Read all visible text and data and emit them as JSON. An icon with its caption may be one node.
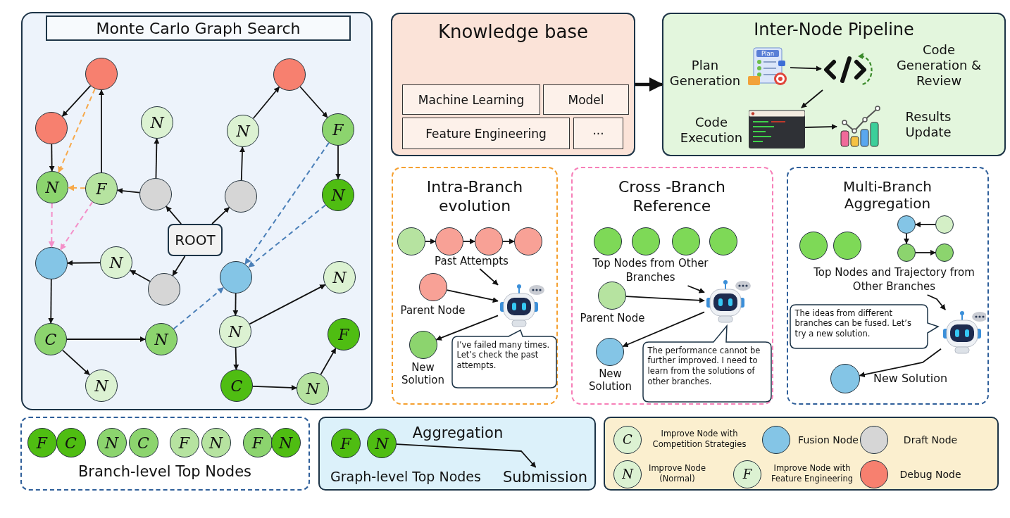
{
  "diagram": {
    "nodes": [
      {
        "text": [],
        "shape": "box"
      },
      {
        "text": [
          "Monte Carlo Graph Search"
        ],
        "in": 0
      },
      {
        "text": [],
        "shape": "circle",
        "in": 0
      },
      {
        "text": [],
        "shape": "circle",
        "in": 0
      },
      {
        "text": [
          "N"
        ],
        "in": 0
      },
      {
        "text": [],
        "shape": "circle",
        "in": 0
      },
      {
        "text": [
          "F"
        ],
        "in": 0
      },
      {
        "text": [
          "N"
        ],
        "in": 0
      },
      {
        "text": [
          "N"
        ],
        "in": 0
      },
      {
        "text": [
          "F"
        ],
        "in": 0
      },
      {
        "text": [],
        "shape": "circle",
        "in": 0
      },
      {
        "text": [
          "N"
        ],
        "in": 0
      },
      {
        "text": [],
        "shape": "circle",
        "in": 0
      },
      {
        "text": [
          "ROOT"
        ],
        "in": 0
      },
      {
        "text": [
          "N"
        ],
        "in": 0
      },
      {
        "text": [],
        "shape": "circle",
        "in": 0
      },
      {
        "text": [],
        "shape": "circle",
        "in": 0
      },
      {
        "text": [
          "N"
        ],
        "in": 0
      },
      {
        "text": [],
        "shape": "circle",
        "in": 0
      },
      {
        "text": [
          "N"
        ],
        "in": 0
      },
      {
        "text": [
          "F"
        ],
        "in": 0
      },
      {
        "text": [
          "C"
        ],
        "in": 0
      },
      {
        "text": [
          "N"
        ],
        "in": 0
      },
      {
        "text": [
          "N"
        ],
        "in": 0
      },
      {
        "text": [
          "C"
        ],
        "in": 0
      },
      {
        "text": [
          "N"
        ],
        "in": 0
      },
      {
        "text": [
          "Knowledge base"
        ]
      },
      {
        "text": [
          "Machine Learning"
        ],
        "in": 26
      },
      {
        "text": [
          "Model"
        ],
        "in": 26
      },
      {
        "text": [
          "Feature Engineering"
        ],
        "in": 26
      },
      {
        "text": [
          "···"
        ],
        "in": 26
      },
      {
        "text": [
          "Inter-Node Pipeline"
        ]
      },
      {
        "text": [],
        "shape": "picture",
        "in": 31,
        "beside": [
          "Plan Generation"
        ]
      },
      {
        "text": [],
        "shape": "picture",
        "in": 31,
        "beside": [
          "Code Generation & Review"
        ]
      },
      {
        "text": [],
        "shape": "picture",
        "in": 31,
        "beside": [
          "Code Execution"
        ]
      },
      {
        "text": [],
        "shape": "picture",
        "in": 31,
        "beside": [
          "Results Update"
        ]
      },
      {
        "text": [
          "Intra-Branch evolution"
        ]
      },
      {
        "text": [],
        "shape": "circle",
        "in": 36
      },
      {
        "text": [],
        "shape": "circle",
        "in": 36
      },
      {
        "text": [],
        "shape": "circle",
        "in": 36
      },
      {
        "text": [],
        "shape": "circle",
        "in": 36
      },
      {
        "text": [
          "Past Attempts"
        ],
        "in": 36
      },
      {
        "text": [],
        "shape": "circle",
        "in": 36,
        "beside": [
          "Parent Node"
        ]
      },
      {
        "text": [],
        "shape": "picture",
        "in": 36
      },
      {
        "text": [],
        "shape": "circle",
        "in": 36,
        "beside": [
          "New Solution"
        ]
      },
      {
        "text": [
          "I’ve failed many times. Let’s check the past attempts."
        ],
        "in": 36
      },
      {
        "text": [
          "Cross -Branch Reference"
        ]
      },
      {
        "text": [],
        "shape": "circle",
        "in": 46
      },
      {
        "text": [],
        "shape": "circle",
        "in": 46
      },
      {
        "text": [],
        "shape": "circle",
        "in": 46
      },
      {
        "text": [],
        "shape": "circle",
        "in": 46
      },
      {
        "text": [
          "Top Nodes from Other Branches"
        ],
        "in": 46
      },
      {
        "text": [],
        "shape": "circle",
        "in": 46,
        "beside": [
          "Parent Node"
        ]
      },
      {
        "text": [],
        "shape": "picture",
        "in": 46
      },
      {
        "text": [],
        "shape": "circle",
        "in": 46,
        "beside": [
          "New Solution"
        ]
      },
      {
        "text": [
          "The performance cannot be further improved. I need to learn from the solutions of other branches."
        ],
        "in": 46
      },
      {
        "text": [
          "Multi-Branch Aggregation"
        ]
      },
      {
        "text": [],
        "shape": "circle",
        "in": 56
      },
      {
        "text": [],
        "shape": "circle",
        "in": 56
      },
      {
        "text": [],
        "shape": "circle",
        "in": 56
      },
      {
        "text": [],
        "shape": "circle",
        "in": 56
      },
      {
        "text": [],
        "shape": "circle",
        "in": 56
      },
      {
        "text": [],
        "shape": "circle",
        "in": 56
      },
      {
        "text": [
          "Top Nodes and Trajectory from Other Branches"
        ],
        "in": 56
      },
      {
        "text": [
          "The ideas from different branches can be fused. Let’s try a new solution."
        ],
        "in": 56
      },
      {
        "text": [],
        "shape": "picture",
        "in": 56
      },
      {
        "text": [],
        "shape": "circle",
        "in": 56,
        "beside": [
          "New Solution"
        ]
      },
      {
        "text": [
          "Branch-level Top Nodes"
        ]
      },
      {
        "text": [
          "F"
        ],
        "in": 67
      },
      {
        "text": [
          "C"
        ],
        "in": 67
      },
      {
        "text": [
          "N"
        ],
        "in": 67
      },
      {
        "text": [
          "C"
        ],
        "in": 67
      },
      {
        "text": [
          "F"
        ],
        "in": 67
      },
      {
        "text": [
          "N"
        ],
        "in": 67
      },
      {
        "text": [
          "F"
        ],
        "in": 67
      },
      {
        "text": [
          "N"
        ],
        "in": 67
      },
      {
        "text": [
          "Graph-level Top Nodes"
        ]
      },
      {
        "text": [
          "F"
        ],
        "in": 76
      },
      {
        "text": [
          "N"
        ],
        "in": 76
      },
      {
        "text": [
          "Submission"
        ],
        "in": 76
      }
    ],
    "edges": [
      {
        "from": 13,
        "to": 10,
        "arrow": "to"
      },
      {
        "from": 13,
        "to": 12,
        "arrow": "to"
      },
      {
        "from": 13,
        "to": 18,
        "arrow": "to"
      },
      {
        "from": 10,
        "to": 9,
        "arrow": "to"
      },
      {
        "from": 10,
        "to": 4,
        "arrow": "to"
      },
      {
        "from": 9,
        "to": 2,
        "arrow": "to"
      },
      {
        "from": 2,
        "to": 5,
        "arrow": "to"
      },
      {
        "from": 5,
        "to": 8,
        "arrow": "to"
      },
      {
        "from": 12,
        "to": 7,
        "arrow": "to"
      },
      {
        "from": 7,
        "to": 3,
        "arrow": "to"
      },
      {
        "from": 3,
        "to": 6,
        "arrow": "to"
      },
      {
        "from": 6,
        "to": 11,
        "arrow": "to"
      },
      {
        "from": 18,
        "to": 14,
        "arrow": "to"
      },
      {
        "from": 14,
        "to": 15,
        "arrow": "to"
      },
      {
        "from": 15,
        "to": 21,
        "arrow": "to"
      },
      {
        "from": 21,
        "to": 22,
        "arrow": "to"
      },
      {
        "from": 21,
        "to": 23,
        "arrow": "to"
      },
      {
        "from": 16,
        "to": 19,
        "arrow": "to"
      },
      {
        "from": 19,
        "to": 17,
        "arrow": "to"
      },
      {
        "from": 19,
        "to": 24,
        "arrow": "to"
      },
      {
        "from": 24,
        "to": 25,
        "arrow": "to"
      },
      {
        "from": 25,
        "to": 20,
        "arrow": "to"
      },
      {
        "from": 2,
        "to": 8,
        "arrow": "to",
        "style": "dashed",
        "color": "#f7a94b"
      },
      {
        "from": 9,
        "to": 8,
        "arrow": "to",
        "style": "dashed",
        "color": "#f7a94b"
      },
      {
        "from": 8,
        "to": 15,
        "arrow": "to",
        "style": "dashed",
        "color": "#f48fc8"
      },
      {
        "from": 9,
        "to": 15,
        "arrow": "to",
        "style": "dashed",
        "color": "#f48fc8"
      },
      {
        "from": 6,
        "to": 16,
        "arrow": "to",
        "style": "dashed",
        "color": "#4a7fb8"
      },
      {
        "from": 11,
        "to": 16,
        "arrow": "to",
        "style": "dashed",
        "color": "#4a7fb8"
      },
      {
        "from": 22,
        "to": 16,
        "arrow": "to",
        "style": "dashed",
        "color": "#4a7fb8"
      },
      {
        "from": 26,
        "to": 31,
        "arrow": "to",
        "style": "thick"
      },
      {
        "from": 32,
        "to": 33,
        "arrow": "to"
      },
      {
        "from": 33,
        "to": 34,
        "arrow": "to"
      },
      {
        "from": 34,
        "to": 35,
        "arrow": "to"
      },
      {
        "from": 37,
        "to": 38,
        "arrow": "to"
      },
      {
        "from": 38,
        "to": 39,
        "arrow": "to"
      },
      {
        "from": 39,
        "to": 40,
        "arrow": "to"
      },
      {
        "from": 41,
        "to": 43,
        "arrow": "to"
      },
      {
        "from": 42,
        "to": 43,
        "arrow": "to"
      },
      {
        "from": 43,
        "to": 44,
        "arrow": "to"
      },
      {
        "from": 51,
        "to": 53,
        "arrow": "to"
      },
      {
        "from": 52,
        "to": 53,
        "arrow": "to"
      },
      {
        "from": 53,
        "to": 54,
        "arrow": "to"
      },
      {
        "from": 60,
        "to": 59,
        "arrow": "to"
      },
      {
        "from": 59,
        "to": 61,
        "arrow": "to"
      },
      {
        "from": 61,
        "to": 62,
        "arrow": "to"
      },
      {
        "from": 63,
        "to": 65,
        "arrow": "to"
      },
      {
        "from": 65,
        "to": 66,
        "arrow": "to"
      },
      {
        "from": 78,
        "to": 79,
        "arrow": "to",
        "label": "Aggregation"
      }
    ],
    "labels": [
      "Plan",
      "C",
      "N",
      "F"
    ],
    "legend": [
      {
        "text": "Improve Node with Competition Strategies",
        "color": "#dcf2d2"
      },
      {
        "text": "Fusion Node",
        "color": "#84c5e6"
      },
      {
        "text": "Draft Node",
        "color": "#d6d6d6"
      },
      {
        "text": "Improve Node (Normal)",
        "color": "#dcf2d2"
      },
      {
        "text": "Improve Node with Feature Engineering",
        "color": "#dcf2d2"
      },
      {
        "text": "Debug Node",
        "color": "#f7806f"
      }
    ]
  }
}
